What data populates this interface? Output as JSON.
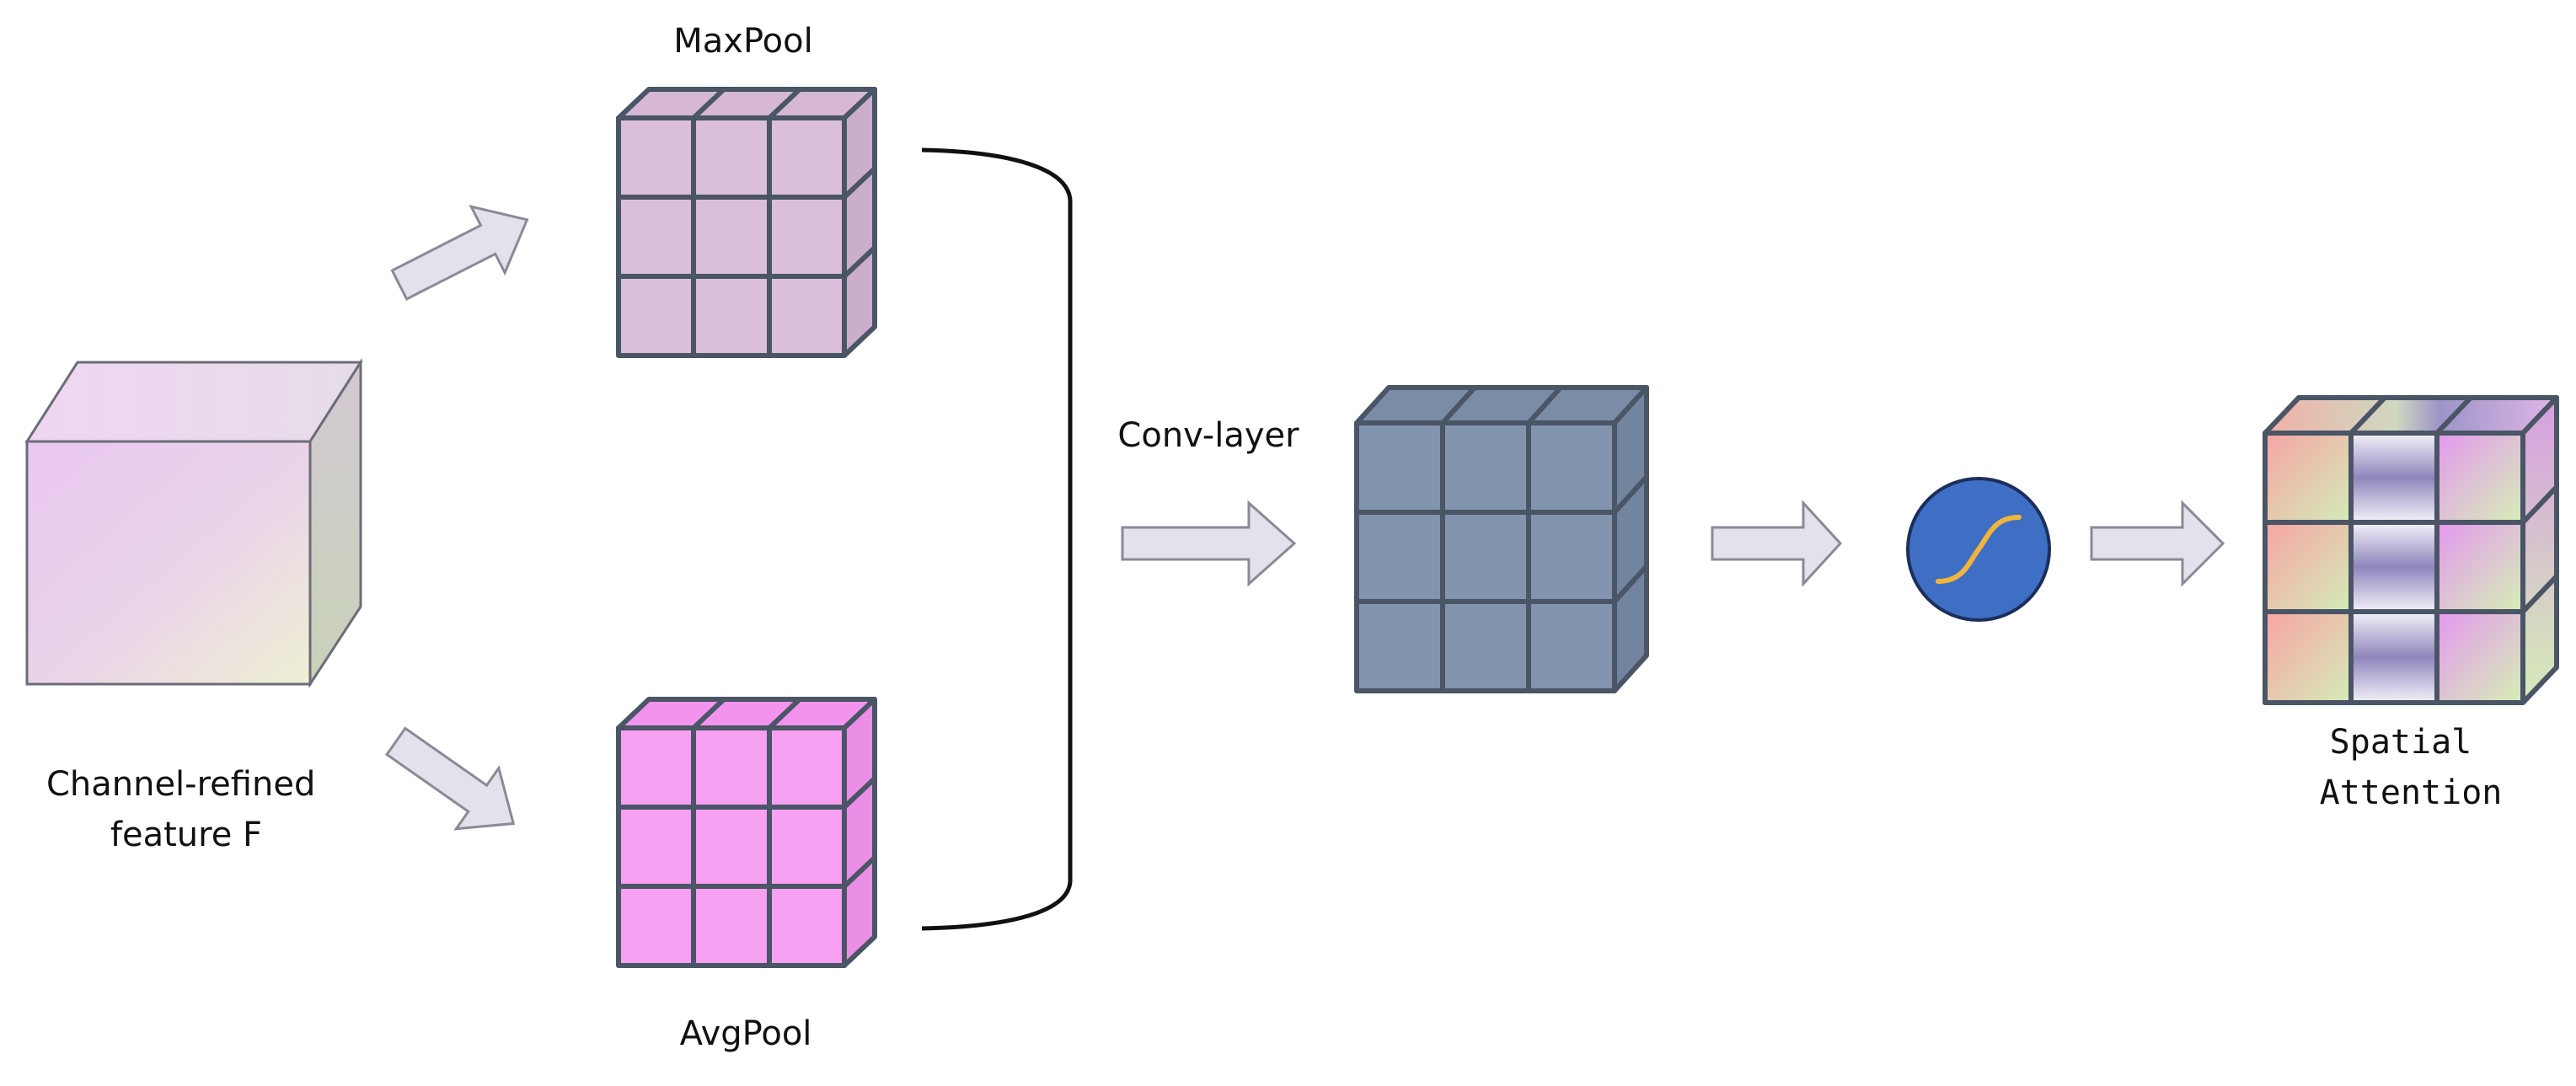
{
  "labels": {
    "input": [
      "Channel-refined",
      "feature F"
    ],
    "maxpool": "MaxPool",
    "avgpool": "AvgPool",
    "conv": "Conv-layer",
    "output": [
      "Spatial",
      "Attention"
    ]
  },
  "colors": {
    "maxpool_face": "#dbbedb",
    "avgpool_face": "#f7a0f2",
    "conv_face": "#8294ae",
    "sigmoid_fill": "#3f6fc4",
    "sigmoid_curve": "#f0b53a",
    "arrow_fill": "#e4e0ec",
    "edge": "#4a5566"
  },
  "icons": {
    "sigmoid": "sigmoid-icon"
  }
}
